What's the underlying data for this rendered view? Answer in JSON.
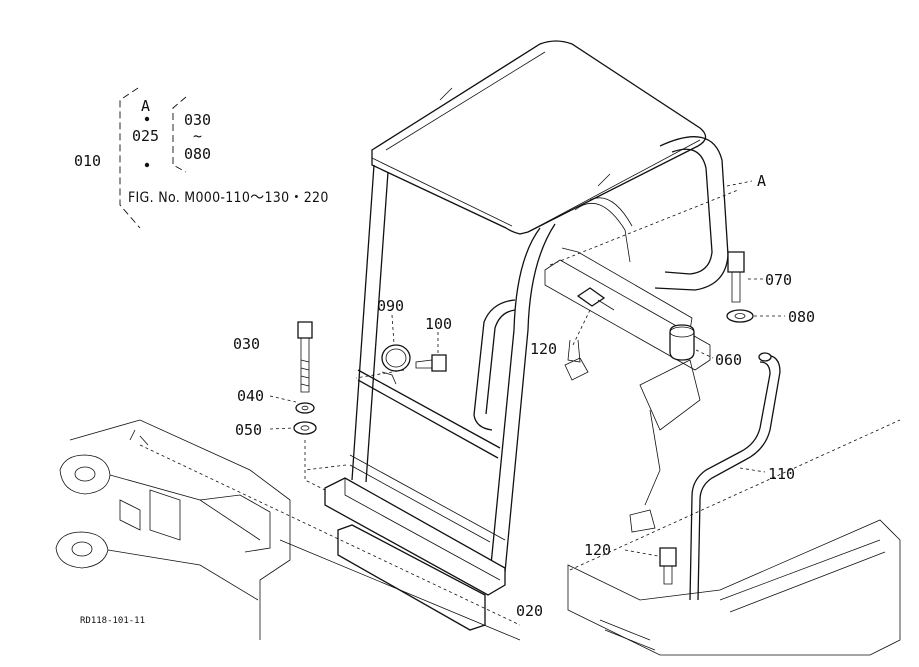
{
  "callout_block": {
    "ref_label": "010",
    "marker_a": "A",
    "item_025": "025",
    "range_start": "030",
    "range_tilde": "~",
    "range_end": "080",
    "figure_ref": "FIG. No. M000-110～130・220"
  },
  "parts": {
    "p020": "020",
    "p030": "030",
    "p040": "040",
    "p050": "050",
    "p060": "060",
    "p070": "070",
    "p080": "080",
    "p090": "090",
    "p100": "100",
    "p110": "110",
    "p120a": "120",
    "p120b": "120",
    "marker_a": "A"
  },
  "drawing_code": "RD118-101-11"
}
